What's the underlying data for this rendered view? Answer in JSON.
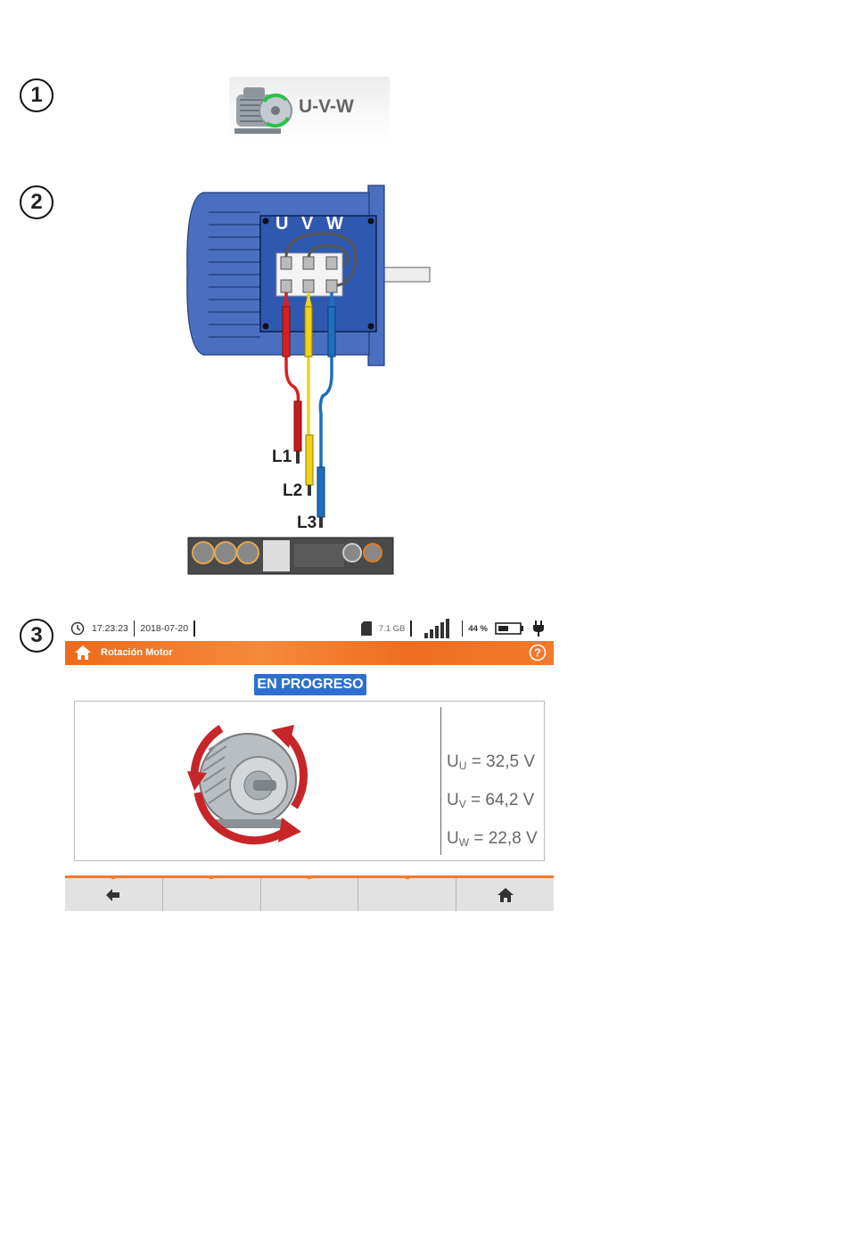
{
  "steps": {
    "one": "1",
    "two": "2",
    "three": "3"
  },
  "step1": {
    "tile_label": "U-V-W",
    "icon": "motor-icon"
  },
  "step2": {
    "terminals": {
      "u": "U",
      "v": "V",
      "w": "W"
    },
    "leads": {
      "l1": "L1",
      "l2": "L2",
      "l3": "L3"
    },
    "lead_colors": {
      "l1": "#d8201f",
      "l2": "#f2d21b",
      "l3": "#1f6fbf"
    },
    "motor_color": "#4a6fc0"
  },
  "device": {
    "status": {
      "time": "17:23:23",
      "date": "2018-07-20",
      "storage": "7.1 GB",
      "battery": "44 %",
      "icons": [
        "clock-icon",
        "sd-card-icon",
        "signal-icon",
        "battery-icon",
        "plug-icon"
      ]
    },
    "title": "Rotación Motor",
    "badge": "EN PROGRESO",
    "readings": [
      {
        "symbol": "U",
        "sub": "U",
        "value": "= 32,5 V"
      },
      {
        "symbol": "U",
        "sub": "V",
        "value": "= 64,2 V"
      },
      {
        "symbol": "U",
        "sub": "W",
        "value": "= 22,8 V"
      }
    ],
    "accent_color": "#ef6d20",
    "badge_color": "#2f6fd1"
  }
}
